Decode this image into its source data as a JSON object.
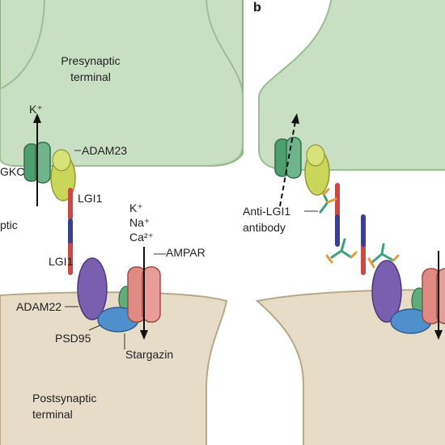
{
  "colors": {
    "presynaptic": "#c9dfc3",
    "presynaptic_edge": "#8cae84",
    "postsynaptic": "#e6dcc7",
    "postsynaptic_edge": "#b8a888",
    "channel_green": "#4f9e72",
    "adam23_yellow": "#c9d65a",
    "lgi1_red": "#c94a45",
    "lgi1_navy": "#3b3f8f",
    "adam22_purple": "#7a5fb0",
    "ampar_pink": "#e08a84",
    "stargazin_green": "#5fae7a",
    "psd95_blue": "#4e8fcc",
    "antibody_green": "#3aa37a",
    "antibody_orange": "#e89a3a"
  },
  "panels": {
    "b": "b"
  },
  "labels": {
    "presynaptic": [
      "Presynaptic",
      "terminal"
    ],
    "postsynaptic": [
      "Postsynaptic",
      "terminal"
    ],
    "k_plus_top": "K⁺",
    "adam23": "ADAM23",
    "vgkc_partial": "GKC",
    "lgi1_top": "LGI1",
    "lgi1_bottom": "LGI1",
    "synaptic_partial": "ptic",
    "ions": [
      "K⁺",
      "Na⁺",
      "Ca²⁺"
    ],
    "ampar": "AMPAR",
    "adam22": "ADAM22",
    "psd95": "PSD95",
    "stargazin": "Stargazin",
    "antibody": [
      "Anti-LGI1",
      "antibody"
    ]
  }
}
